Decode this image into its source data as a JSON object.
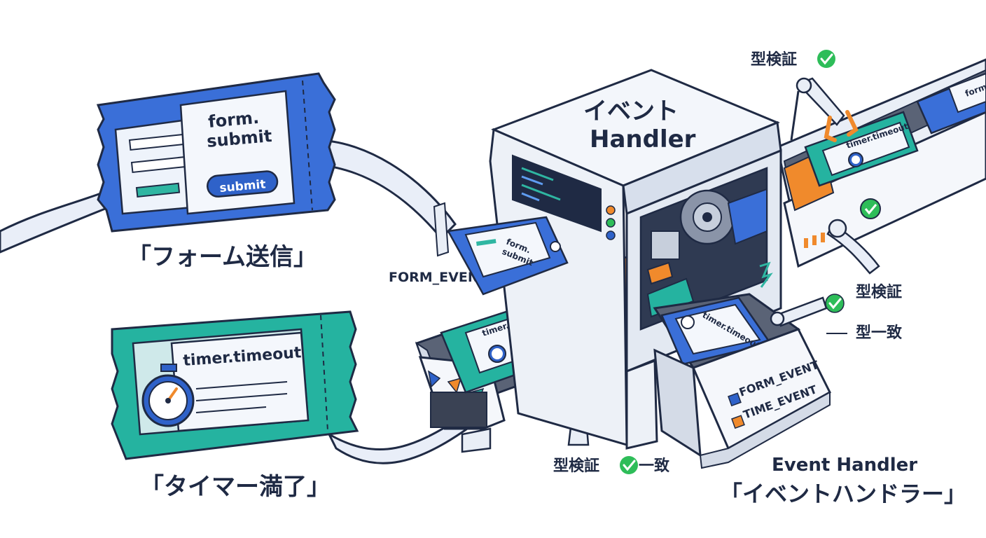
{
  "tickets": {
    "form": {
      "title_line1": "form.",
      "title_line2": "submit",
      "button": "submit",
      "caption": "「フォーム送信」"
    },
    "timer": {
      "title": "timer.timeout",
      "caption": "「タイマー満了」"
    }
  },
  "machine": {
    "title_line1": "イベント",
    "title_line2": "Handler",
    "incoming_label": "FORM_EVENT",
    "mini_form_line1": "form.",
    "mini_form_line2": "submit",
    "mini_timer": "timer.timeout",
    "mini_timer_out": "timer.timeout",
    "mini_timer_belt": "timer.timeout",
    "mini_form_belt": "form",
    "panel_row1": "FORM_EVENT",
    "panel_row2": "TIME_EVENT"
  },
  "labels": {
    "type_check_top": "型検証",
    "type_check_right": "型検証",
    "type_match_right": "型一致",
    "type_check_bottom": "型検証",
    "type_match_bottom": "一致"
  },
  "footer": {
    "line1": "Event Handler",
    "line2": "「イベントハンドラー」"
  },
  "colors": {
    "blue": "#3a6fd8",
    "teal": "#25b3a0",
    "orange": "#f08a2c",
    "green": "#2ebd59",
    "outline": "#1f2a44",
    "machine": "#e9eef6"
  }
}
